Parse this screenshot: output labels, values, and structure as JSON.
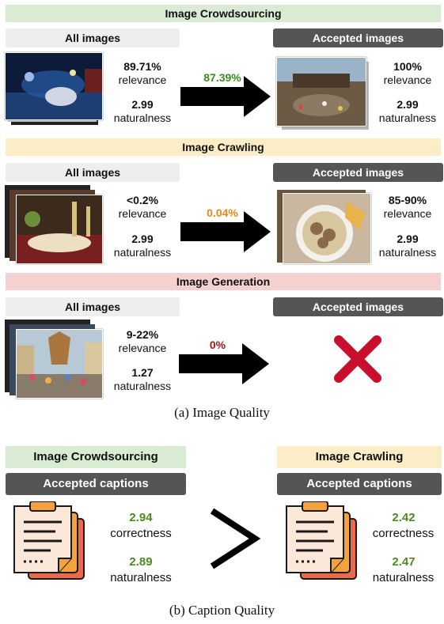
{
  "section_a": {
    "caption": "(a) Image Quality",
    "rows": [
      {
        "title": "Image Crowdsourcing",
        "all_label": "All images",
        "accepted_label": "Accepted images",
        "all_relevance_value": "89.71%",
        "all_relevance_label": "relevance",
        "all_naturalness_value": "2.99",
        "all_naturalness_label": "naturalness",
        "rate": "87.39%",
        "rate_color": "#3c8a1f",
        "acc_relevance_value": "100%",
        "acc_relevance_label": "relevance",
        "acc_naturalness_value": "2.99",
        "acc_naturalness_label": "naturalness"
      },
      {
        "title": "Image Crawling",
        "all_label": "All images",
        "accepted_label": "Accepted images",
        "all_relevance_value": "<0.2%",
        "all_relevance_label": "relevance",
        "all_naturalness_value": "2.99",
        "all_naturalness_label": "naturalness",
        "rate": "0.04%",
        "rate_color": "#e08a1e",
        "acc_relevance_value": "85-90%",
        "acc_relevance_label": "relevance",
        "acc_naturalness_value": "2.99",
        "acc_naturalness_label": "naturalness"
      },
      {
        "title": "Image Generation",
        "all_label": "All images",
        "accepted_label": "Accepted images",
        "all_relevance_value": "9-22%",
        "all_relevance_label": "relevance",
        "all_naturalness_value": "1.27",
        "all_naturalness_label": "naturalness",
        "rate": "0%",
        "rate_color": "#a01818"
      }
    ]
  },
  "section_b": {
    "caption": "(b) Caption Quality",
    "left": {
      "title": "Image Crowdsourcing",
      "subtitle": "Accepted captions",
      "correctness_value": "2.94",
      "correctness_label": "correctness",
      "naturalness_value": "2.89",
      "naturalness_label": "naturalness"
    },
    "right": {
      "title": "Image Crawling",
      "subtitle": "Accepted captions",
      "correctness_value": "2.42",
      "correctness_label": "correctness",
      "naturalness_value": "2.47",
      "naturalness_label": "naturalness"
    },
    "comparison_icon": "greater-than-icon"
  }
}
